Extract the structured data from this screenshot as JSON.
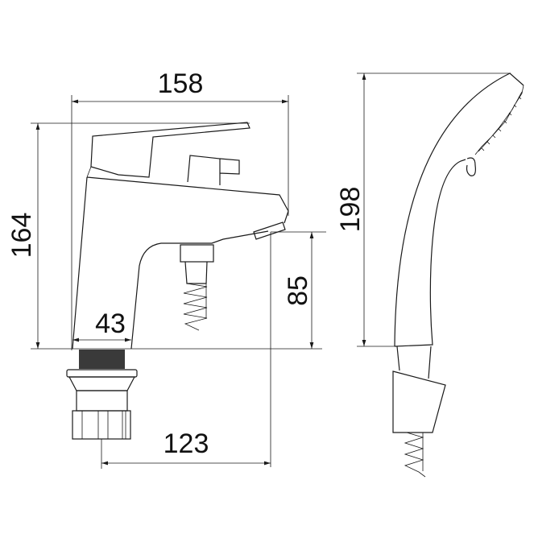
{
  "dimensions": {
    "faucet_width": "158",
    "faucet_height": "164",
    "spout_clearance": "85",
    "base_diameter": "43",
    "spout_reach": "123",
    "shower_length": "198"
  },
  "colors": {
    "line": "#1a1a1a",
    "thread": "#3a3a3a"
  }
}
